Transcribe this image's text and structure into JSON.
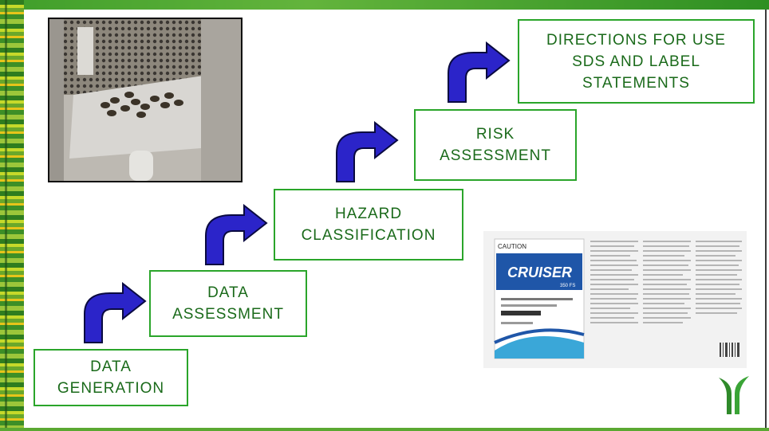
{
  "steps": [
    {
      "line1": "DATA",
      "line2": "GENERATION"
    },
    {
      "line1": "DATA",
      "line2": "ASSESSMENT"
    },
    {
      "line1": "HAZARD",
      "line2": "CLASSIFICATION"
    },
    {
      "line1": "RISK",
      "line2": "ASSESSMENT"
    },
    {
      "line1": "DIRECTIONS FOR USE",
      "line2": "SDS AND LABEL",
      "line3": "STATEMENTS"
    }
  ],
  "label_image": {
    "caution": "CAUTION",
    "brand": "CRUISER",
    "variant": "350 FS"
  },
  "colors": {
    "box_border": "#2aa52a",
    "box_text": "#1a6a1a",
    "arrow_fill": "#2b24c9",
    "arrow_stroke": "#0a0a40"
  },
  "icons": [
    "curved-arrow-icon",
    "plant-logo-icon"
  ]
}
